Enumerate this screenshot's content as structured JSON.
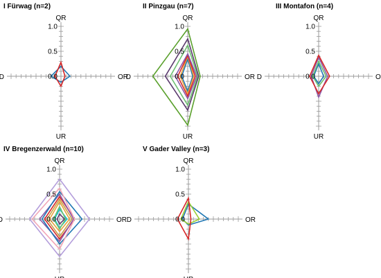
{
  "chart_data": [
    {
      "type": "radar",
      "title": "I Fürwag (n=2)",
      "axes": [
        "QR",
        "OR",
        "UR",
        "D"
      ],
      "rlim": [
        0,
        1.0
      ],
      "rticks": [
        "0.0",
        "0.5",
        "1.0"
      ],
      "series": [
        {
          "color": "#1f77b4",
          "values": [
            0.2,
            0.18,
            0.12,
            0.2
          ]
        },
        {
          "color": "#d62728",
          "values": [
            0.28,
            0.08,
            0.2,
            0.12
          ]
        }
      ]
    },
    {
      "type": "radar",
      "title": "II Pinzgau (n=7)",
      "axes": [
        "QR",
        "OR",
        "UR",
        "D"
      ],
      "rlim": [
        0,
        1.0
      ],
      "rticks": [
        "0.0",
        "0.5",
        "1.0"
      ],
      "series": [
        {
          "color": "#1f77b4",
          "values": [
            0.35,
            0.1,
            0.3,
            0.12
          ]
        },
        {
          "color": "#e8a33d",
          "values": [
            0.4,
            0.12,
            0.35,
            0.15
          ]
        },
        {
          "color": "#d62728",
          "values": [
            0.42,
            0.15,
            0.4,
            0.2
          ]
        },
        {
          "color": "#8c5aa8",
          "values": [
            0.45,
            0.18,
            0.45,
            0.25
          ]
        },
        {
          "color": "#6cc070",
          "values": [
            0.62,
            0.2,
            0.58,
            0.35
          ]
        },
        {
          "color": "#5b3a6e",
          "values": [
            0.75,
            0.22,
            0.68,
            0.45
          ]
        },
        {
          "color": "#5aa02c",
          "values": [
            0.95,
            0.25,
            0.98,
            0.7
          ]
        }
      ]
    },
    {
      "type": "radar",
      "title": "III Montafon (n=4)",
      "axes": [
        "QR",
        "OR",
        "UR",
        "D"
      ],
      "rlim": [
        0,
        1.0
      ],
      "rticks": [
        "0.0",
        "0.5",
        "1.0"
      ],
      "series": [
        {
          "color": "#1f77b4",
          "values": [
            0.25,
            0.1,
            0.15,
            0.1
          ]
        },
        {
          "color": "#6cc070",
          "values": [
            0.3,
            0.15,
            0.2,
            0.12
          ]
        },
        {
          "color": "#8c5aa8",
          "values": [
            0.38,
            0.18,
            0.42,
            0.15
          ]
        },
        {
          "color": "#d62728",
          "values": [
            0.42,
            0.22,
            0.35,
            0.18
          ]
        }
      ]
    },
    {
      "type": "radar",
      "title": "IV Bregenzerwald (n=10)",
      "axes": [
        "QR",
        "OR",
        "UR",
        "D"
      ],
      "rlim": [
        0,
        1.0
      ],
      "rticks": [
        "0.0",
        "0.5",
        "1.0"
      ],
      "series": [
        {
          "color": "#5b3a6e",
          "values": [
            0.1,
            0.1,
            0.1,
            0.05
          ]
        },
        {
          "color": "#17becf",
          "values": [
            0.2,
            0.15,
            0.18,
            0.1
          ]
        },
        {
          "color": "#6cc070",
          "values": [
            0.25,
            0.12,
            0.2,
            0.12
          ]
        },
        {
          "color": "#e8a33d",
          "values": [
            0.35,
            0.2,
            0.25,
            0.2
          ]
        },
        {
          "color": "#c7a24a",
          "values": [
            0.4,
            0.25,
            0.35,
            0.25
          ]
        },
        {
          "color": "#d62728",
          "values": [
            0.45,
            0.3,
            0.4,
            0.3
          ]
        },
        {
          "color": "#8c5aa8",
          "values": [
            0.5,
            0.28,
            0.45,
            0.4
          ]
        },
        {
          "color": "#1f77b4",
          "values": [
            0.55,
            0.45,
            0.5,
            0.35
          ]
        },
        {
          "color": "#f2a6b8",
          "values": [
            0.62,
            0.3,
            0.6,
            0.55
          ]
        },
        {
          "color": "#b39ddb",
          "values": [
            0.8,
            0.6,
            0.75,
            0.6
          ]
        }
      ]
    },
    {
      "type": "radar",
      "title": "V Gader Valley (n=3)",
      "axes": [
        "QR",
        "OR",
        "UR",
        "D"
      ],
      "rlim": [
        0,
        1.0
      ],
      "rticks": [
        "0.0",
        "0.5",
        "1.0"
      ],
      "series": [
        {
          "color": "#1f77b4",
          "values": [
            0.3,
            0.4,
            0.12,
            0.12
          ]
        },
        {
          "color": "#9acd32",
          "values": [
            0.35,
            0.22,
            0.1,
            0.15
          ]
        },
        {
          "color": "#d62728",
          "values": [
            0.42,
            0.05,
            0.4,
            0.22
          ]
        }
      ]
    }
  ]
}
